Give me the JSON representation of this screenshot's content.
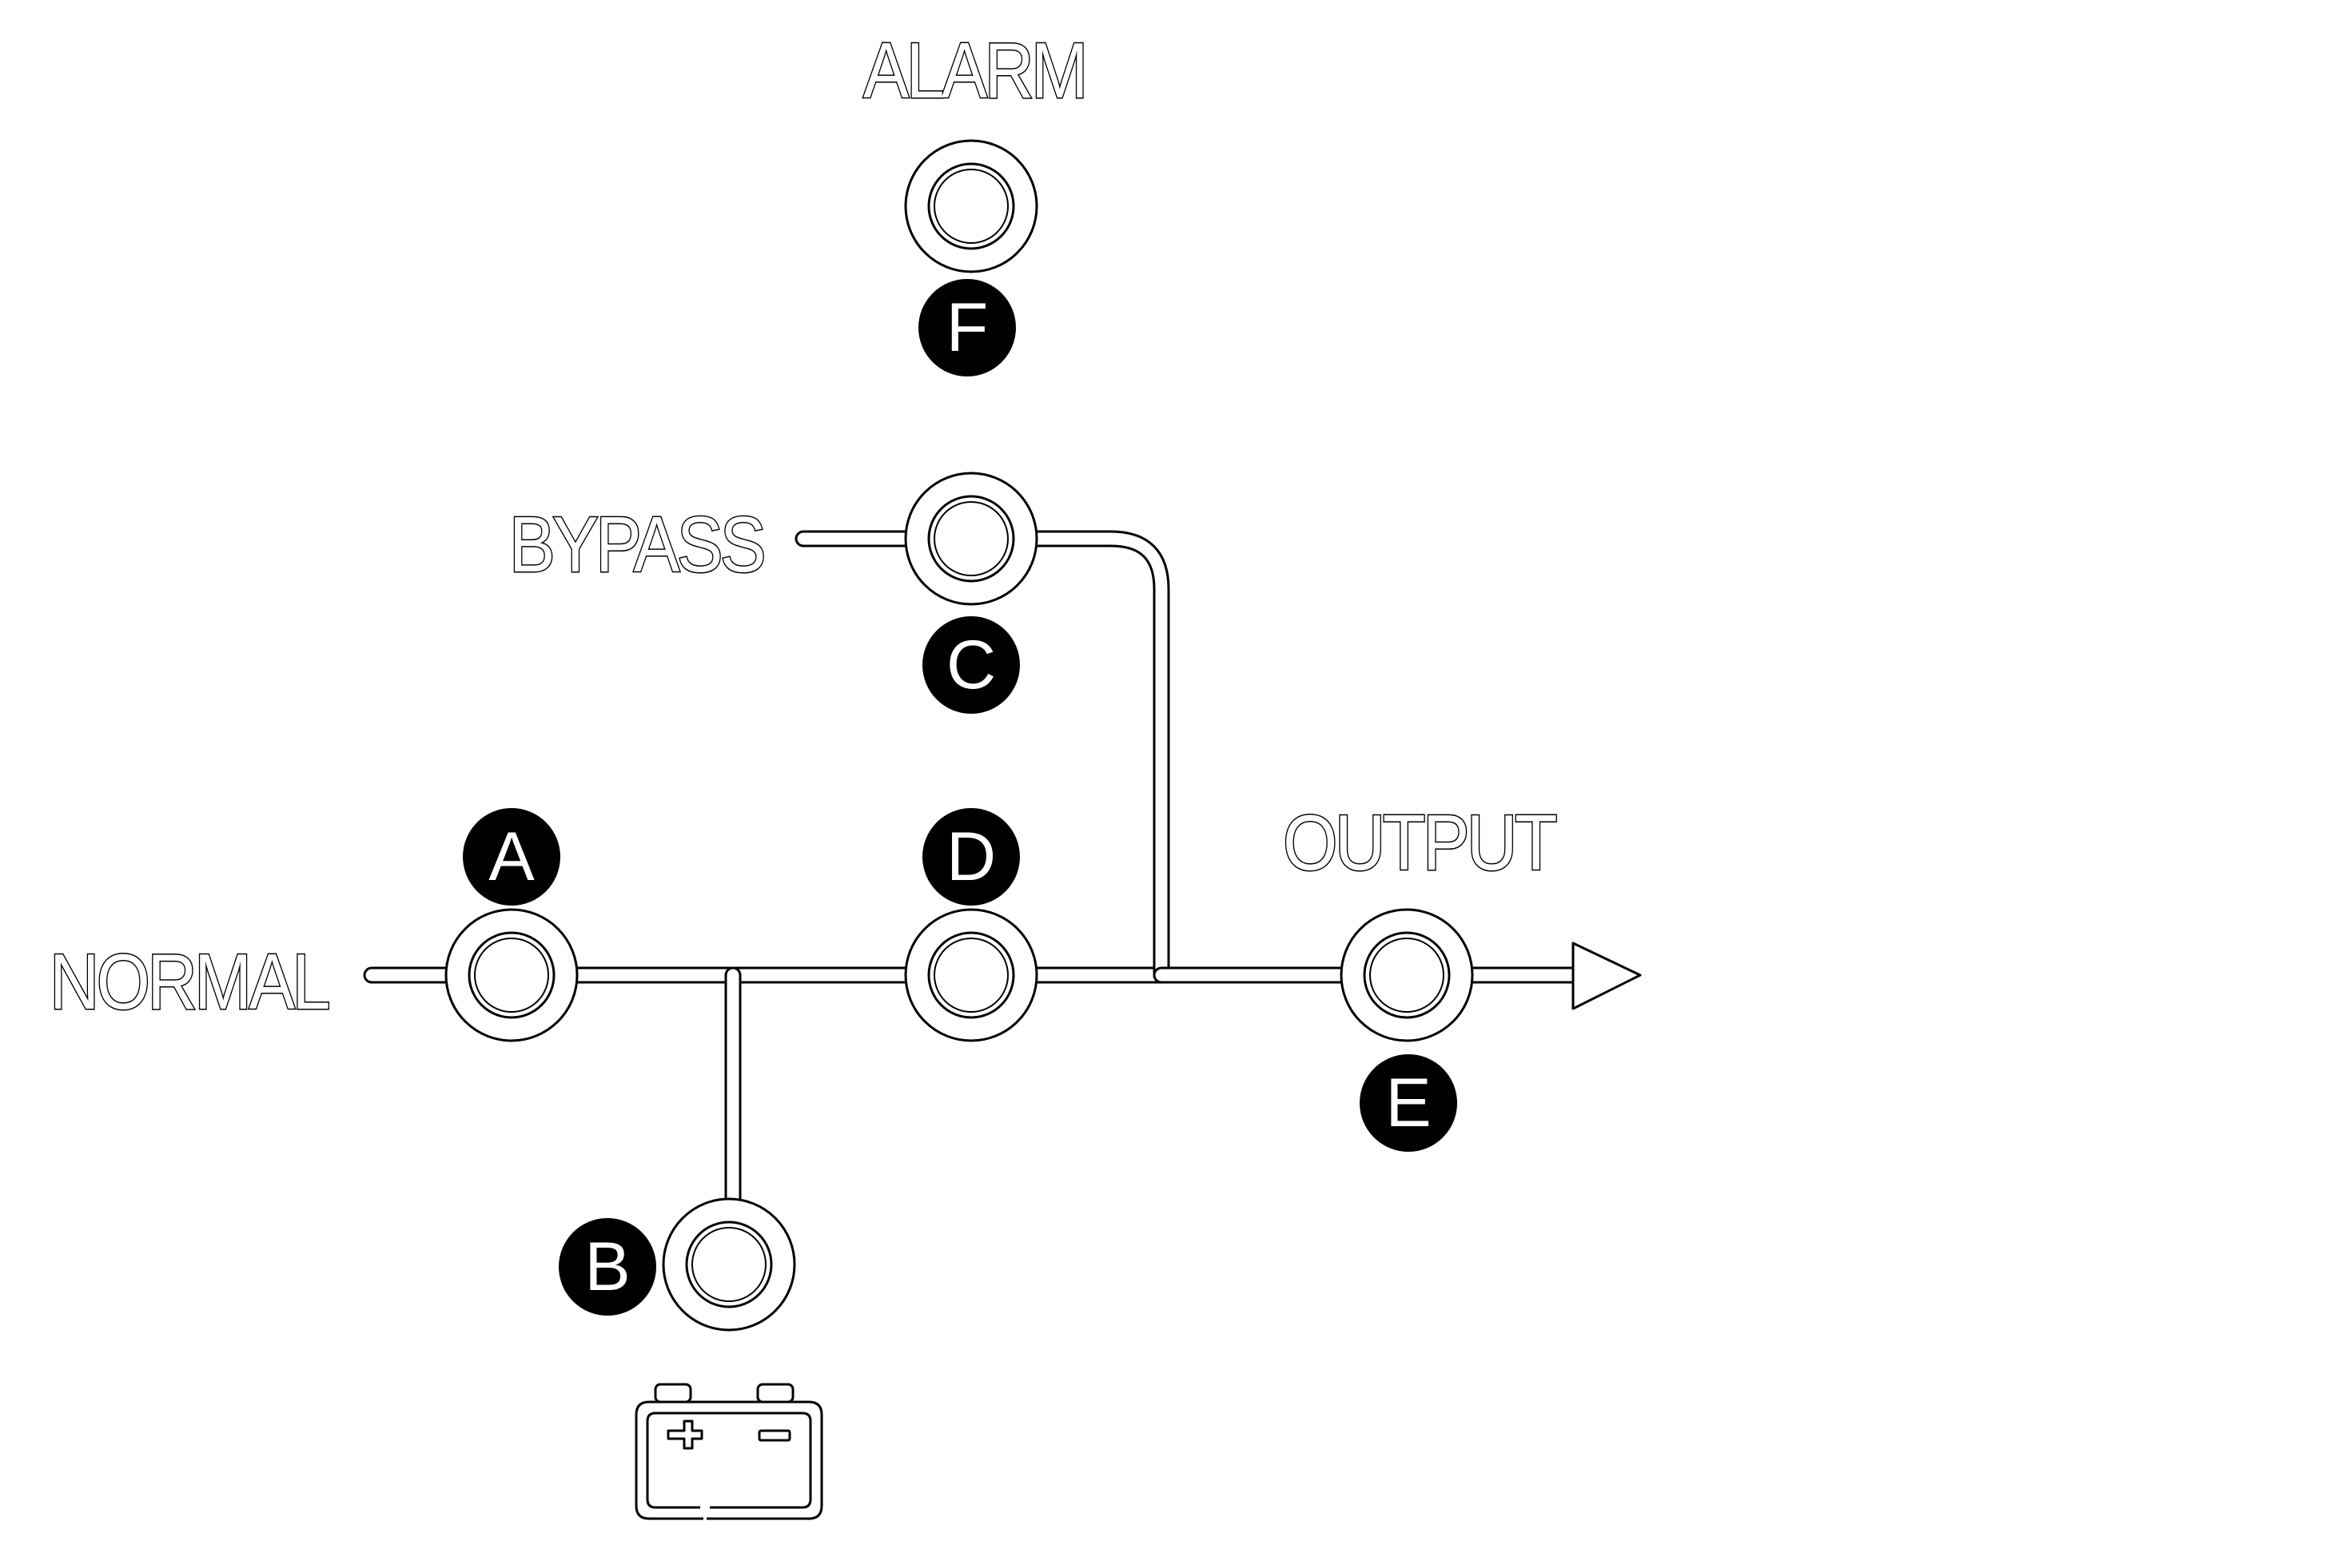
{
  "labels": {
    "alarm": "ALARM",
    "bypass": "BYPASS",
    "normal": "NORMAL",
    "output": "OUTPUT"
  },
  "badges": {
    "a": "A",
    "b": "B",
    "c": "C",
    "d": "D",
    "e": "E",
    "f": "F"
  },
  "icons": {
    "battery": "battery-icon",
    "arrow": "output-arrow-icon"
  },
  "colors": {
    "line": "#000000",
    "background": "#ffffff",
    "badge_fill": "#000000",
    "badge_text": "#ffffff"
  }
}
